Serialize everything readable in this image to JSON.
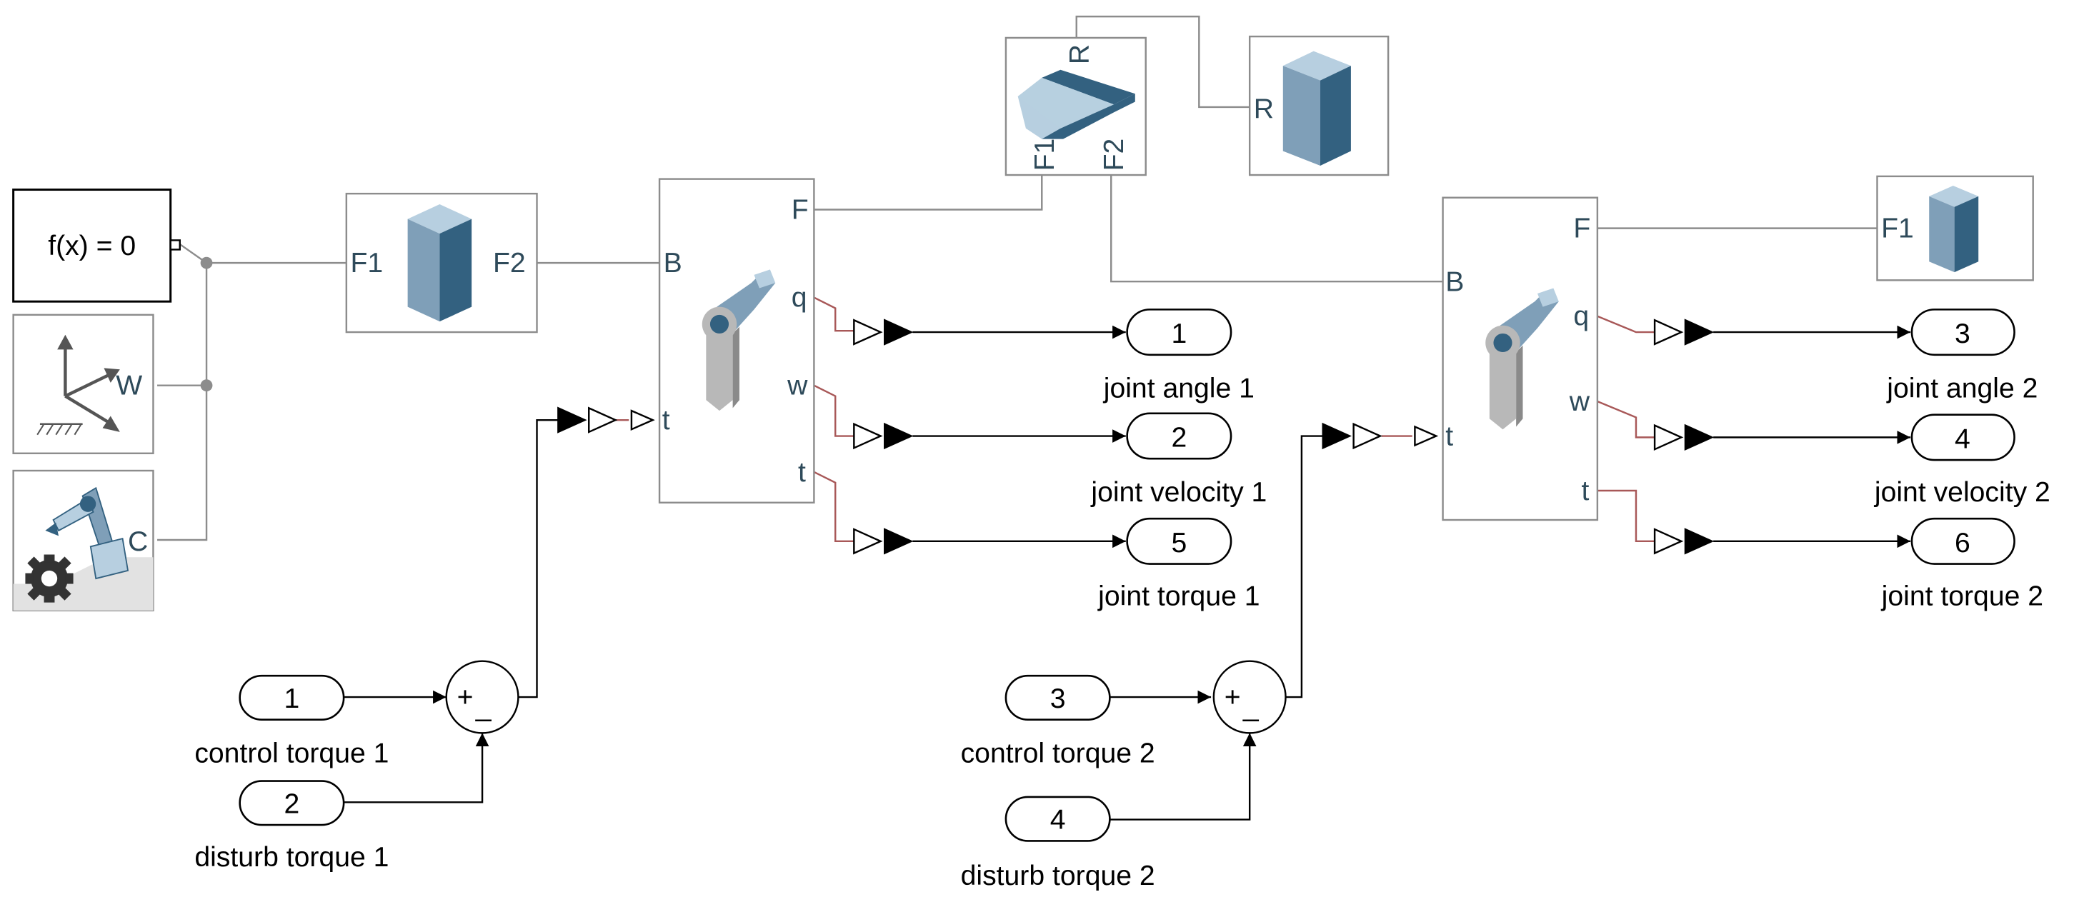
{
  "solver_block": {
    "label": "f(x) = 0"
  },
  "world_frame": {
    "port": "W"
  },
  "mechanism_config": {
    "port": "C"
  },
  "base_solid": {
    "port_left": "F1",
    "port_right": "F2"
  },
  "top_brick": {
    "port_top": "R",
    "port_bottom_left": "F1",
    "port_bottom_right": "F2"
  },
  "top_right_solid": {
    "port": "R"
  },
  "right_solid": {
    "port": "F1"
  },
  "joint_1": {
    "port_base": "B",
    "port_follower": "F",
    "port_q": "q",
    "port_w": "w",
    "port_t": "t",
    "port_torque_in": "t"
  },
  "joint_2": {
    "port_base": "B",
    "port_follower": "F",
    "port_q": "q",
    "port_w": "w",
    "port_t": "t",
    "port_torque_in": "t"
  },
  "sum_1": {
    "plus": "+",
    "minus": "_"
  },
  "sum_2": {
    "plus": "+",
    "minus": "_"
  },
  "inports": [
    {
      "number": "1",
      "label": "control torque 1"
    },
    {
      "number": "2",
      "label": "disturb torque 1"
    },
    {
      "number": "3",
      "label": "control torque 2"
    },
    {
      "number": "4",
      "label": "disturb torque 2"
    }
  ],
  "outports": [
    {
      "number": "1",
      "label": "joint angle 1"
    },
    {
      "number": "2",
      "label": "joint velocity 1"
    },
    {
      "number": "5",
      "label": "joint torque 1"
    },
    {
      "number": "3",
      "label": "joint angle 2"
    },
    {
      "number": "4",
      "label": "joint velocity 2"
    },
    {
      "number": "6",
      "label": "joint torque 2"
    }
  ],
  "colors": {
    "block_border": "#8c8c8c",
    "physical_line": "#8c8c8c",
    "signal_line": "#000000",
    "ps_line": "#a85858",
    "solid_light": "#b7cfe0",
    "solid_mid": "#7f9fb8",
    "solid_dark": "#336180"
  }
}
